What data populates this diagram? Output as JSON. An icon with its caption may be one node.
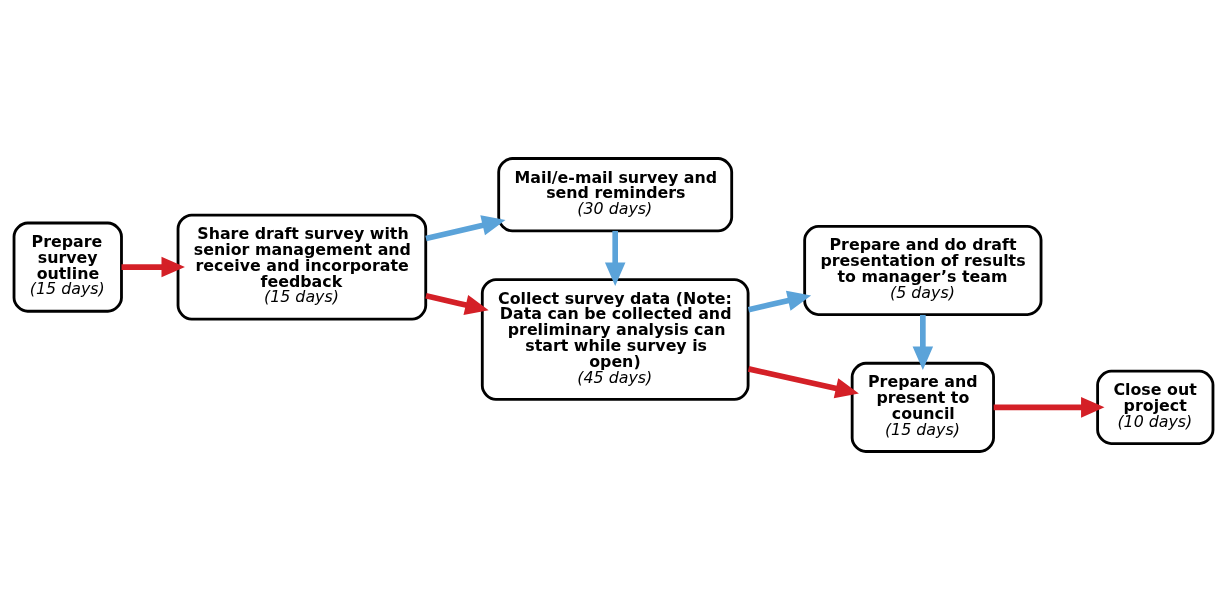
{
  "diagram": {
    "nodes": [
      {
        "text": [
          "Prepare survey outline",
          "(15 days)"
        ]
      },
      {
        "text": [
          "Share draft survey with senior management and receive and incorporate feedback",
          "(15 days)"
        ]
      },
      {
        "text": [
          "Mail/e-mail survey and send reminders",
          "(30 days)"
        ]
      },
      {
        "text": [
          "Collect survey data (Note: Data can be collected and preliminary analysis can start while survey is open)",
          "(45 days)"
        ]
      },
      {
        "text": [
          "Prepare and do draft presentation of results to manager’s team",
          "(5 days)"
        ]
      },
      {
        "text": [
          "Prepare and present to council",
          "(15 days)"
        ]
      },
      {
        "text": [
          "Close out project",
          "(10 days)"
        ]
      }
    ],
    "edges": [
      {
        "from": 0,
        "to": 1,
        "arrow": "to"
      },
      {
        "from": 1,
        "to": 2,
        "arrow": "to",
        "color": "#5ba3d9"
      },
      {
        "from": 1,
        "to": 3,
        "arrow": "to"
      },
      {
        "from": 2,
        "to": 3,
        "arrow": "to",
        "color": "#5ba3d9"
      },
      {
        "from": 3,
        "to": 4,
        "arrow": "to",
        "color": "#5ba3d9"
      },
      {
        "from": 3,
        "to": 5,
        "arrow": "to"
      },
      {
        "from": 4,
        "to": 5,
        "arrow": "to",
        "color": "#5ba3d9"
      },
      {
        "from": 5,
        "to": 6,
        "arrow": "to"
      }
    ]
  }
}
